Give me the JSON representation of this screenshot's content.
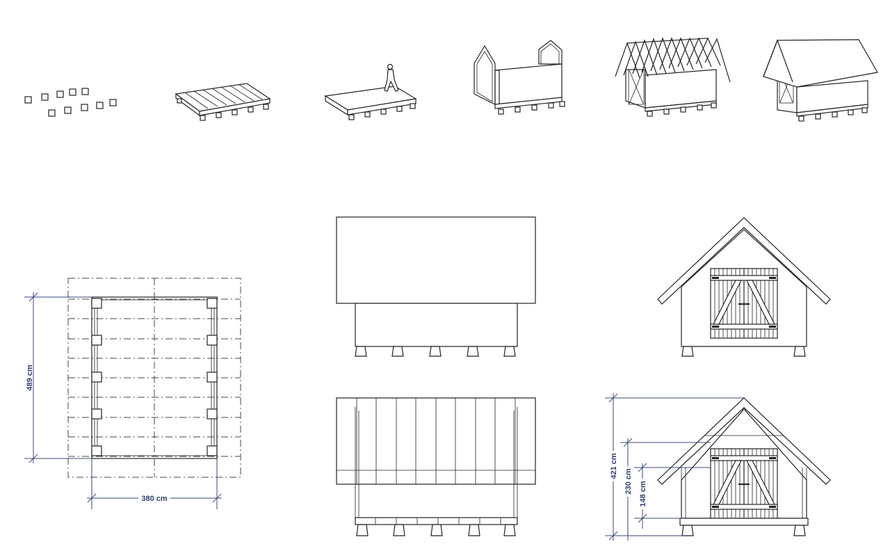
{
  "steps": [
    {
      "id": "step-1-foundation-blocks"
    },
    {
      "id": "step-2-floor-frame"
    },
    {
      "id": "step-3-floor-deck"
    },
    {
      "id": "step-4-walls-gables"
    },
    {
      "id": "step-5-roof-rafters"
    },
    {
      "id": "step-6-roof-cover"
    }
  ],
  "dimensions": {
    "floor_length": "489 cm",
    "floor_width": "380 cm",
    "total_height": "421 cm",
    "wall_height": "230 cm",
    "door_height": "148 cm"
  },
  "colors": {
    "line": "#222222",
    "dimension": "#2f3d6e"
  }
}
